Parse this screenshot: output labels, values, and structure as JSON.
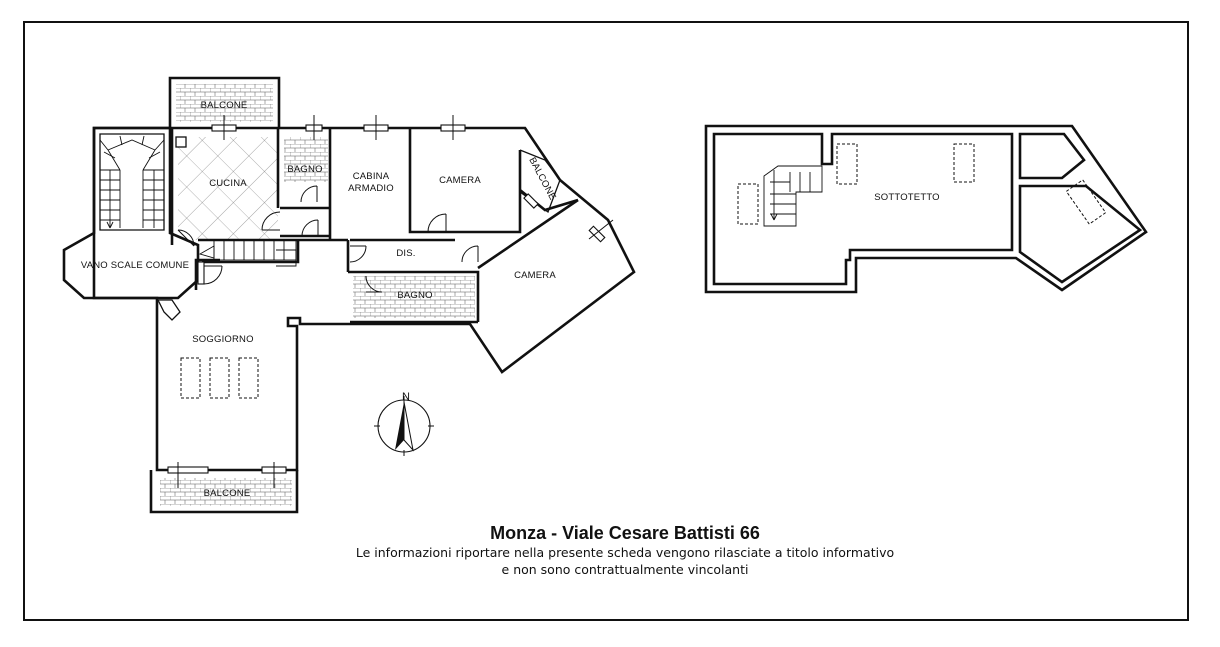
{
  "rooms": {
    "balcone_top": "BALCONE",
    "cucina": "CUCINA",
    "bagno_top": "BAGNO",
    "cabina": "CABINA",
    "armadio": "ARMADIO",
    "camera_top": "CAMERA",
    "balcone_side": "BALCONE",
    "vano_scale": "VANO SCALE COMUNE",
    "dis": "DIS.",
    "camera_right": "CAMERA",
    "bagno_bottom": "BAGNO",
    "soggiorno": "SOGGIORNO",
    "balcone_bottom": "BALCONE",
    "sottotetto": "SOTTOTETTO"
  },
  "compass": {
    "label": "N",
    "icon": "north-arrow-icon"
  },
  "caption": {
    "title": "Monza - Viale Cesare Battisti 66",
    "line1": "Le informazioni riportare nella presente scheda vengono rilasciate a titolo informativo",
    "line2": "e non sono contrattualmente vincolanti"
  }
}
